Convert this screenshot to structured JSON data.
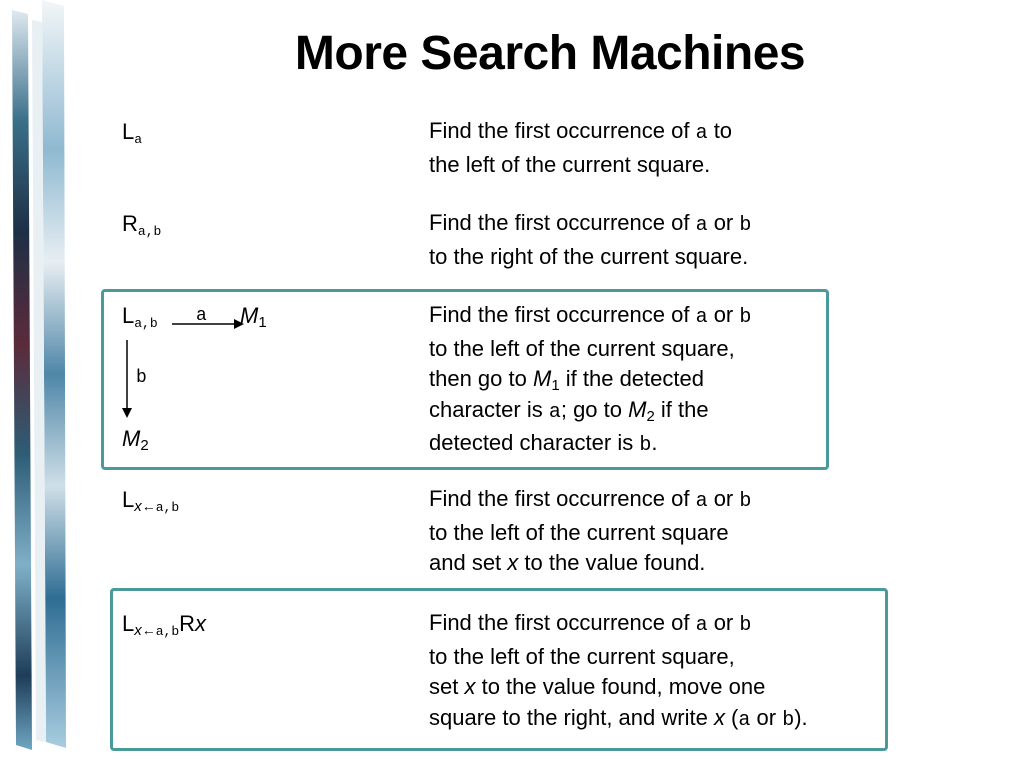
{
  "title": "More Search Machines",
  "colors": {
    "box_border": "#4a9a9c"
  },
  "rows": [
    {
      "symbol": {
        "base": "L",
        "sub": "a"
      },
      "lines": [
        "Find the first occurrence of ",
        "a",
        " to",
        "the left of the current square."
      ]
    },
    {
      "symbol": {
        "base": "R",
        "sub": "a,b"
      },
      "lines": [
        "Find the first occurrence of ",
        "a",
        " or ",
        "b",
        "to the right of the current square."
      ]
    },
    {
      "symbol": {
        "base": "L",
        "sub": "a,b",
        "arrow_label_right": "a",
        "target_right": "M",
        "target_right_sub": "1",
        "arrow_label_down": "b",
        "target_down": "M",
        "target_down_sub": "2"
      },
      "lines": [
        "Find the first occurrence of ",
        "a",
        " or ",
        "b",
        "to the left of the current square,",
        "then go to ",
        "M",
        "1",
        " if the detected",
        "character is ",
        "a",
        "; go to ",
        "M",
        "2",
        " if the",
        "detected character is ",
        "b",
        "."
      ]
    },
    {
      "symbol": {
        "base": "L",
        "var": "x",
        "arrow": "←",
        "sub": "a,b"
      },
      "lines": [
        "Find the first occurrence of ",
        "a",
        " or ",
        "b",
        "to the left of the current square",
        "and set ",
        "x",
        " to the value found."
      ]
    },
    {
      "symbol": {
        "base": "L",
        "var": "x",
        "arrow": "←",
        "sub": "a,b",
        "suffix": "R",
        "suffix_var": "x"
      },
      "lines": [
        "Find the first occurrence of ",
        "a",
        " or ",
        "b",
        "to the left of the current square,",
        "set ",
        "x",
        " to the value found, move one",
        "square to the right, and write ",
        "x",
        " (",
        "a",
        " or ",
        "b",
        ")."
      ]
    }
  ]
}
